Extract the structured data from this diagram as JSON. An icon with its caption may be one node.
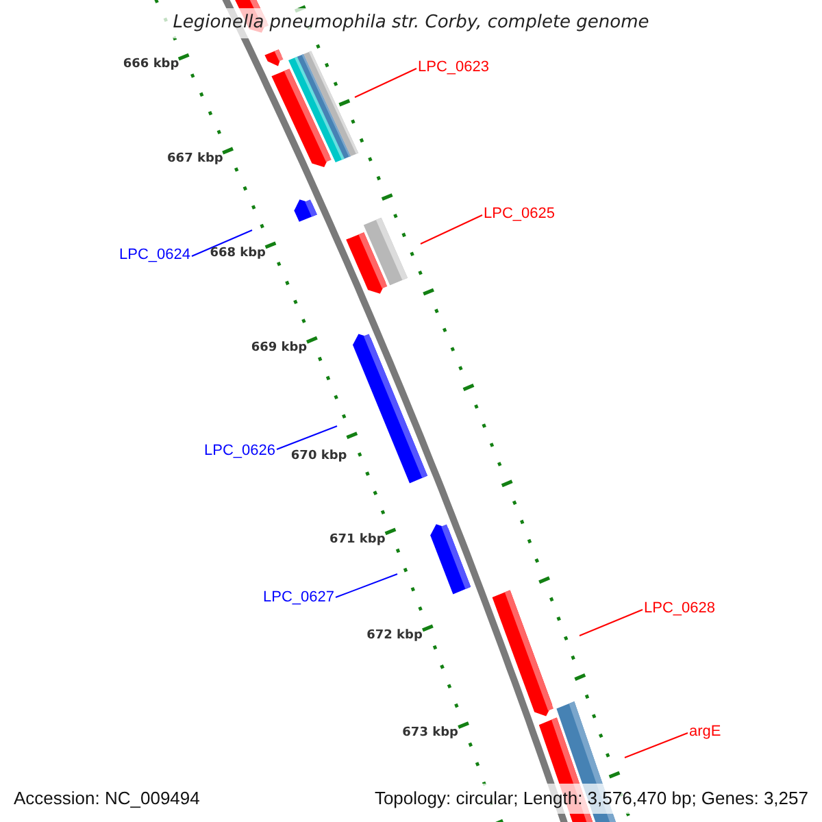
{
  "diagram": {
    "title": "Legionella pneumophila str. Corby, complete genome",
    "nodes": [
      {
        "text": [
          "LPC_0623"
        ]
      },
      {
        "text": [
          "LPC_0625"
        ]
      },
      {
        "text": [
          "LPC_0624"
        ]
      },
      {
        "text": [
          "LPC_0626"
        ]
      },
      {
        "text": [
          "LPC_0627"
        ]
      },
      {
        "text": [
          "LPC_0628"
        ]
      },
      {
        "text": [
          "argE"
        ]
      }
    ],
    "edges": [
      {
        "from": 0,
        "to": null,
        "arrow": "none"
      },
      {
        "from": 1,
        "to": null,
        "arrow": "none"
      },
      {
        "from": 2,
        "to": null,
        "arrow": "none",
        "color": "#0000ff"
      },
      {
        "from": 3,
        "to": null,
        "arrow": "none",
        "color": "#0000ff"
      },
      {
        "from": 4,
        "to": null,
        "arrow": "none",
        "color": "#0000ff"
      },
      {
        "from": 5,
        "to": null,
        "arrow": "none"
      },
      {
        "from": 6,
        "to": null,
        "arrow": "none"
      }
    ],
    "labels": [
      "666 kbp",
      "667 kbp",
      "668 kbp",
      "669 kbp",
      "670 kbp",
      "671 kbp",
      "672 kbp",
      "673 kbp",
      "Accession: NC_009494",
      "Topology: circular; Length: 3,576,470 bp; Genes: 3,257"
    ]
  }
}
